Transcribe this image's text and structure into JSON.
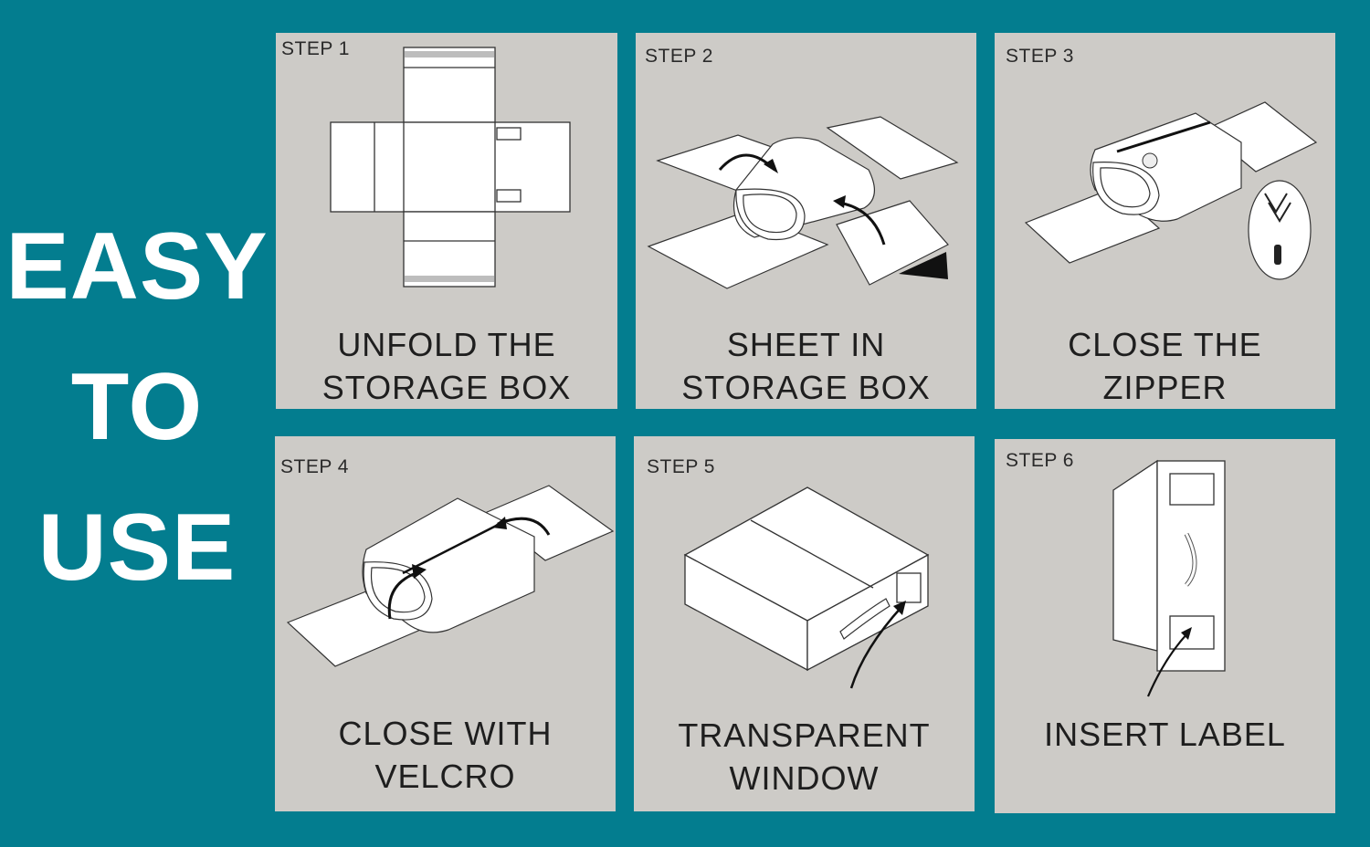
{
  "headline": {
    "line1": "EASY",
    "line2": "TO",
    "line3": "USE"
  },
  "colors": {
    "background": "#037d8f",
    "panel": "#cdcbc7",
    "text": "#1e1e1e",
    "headline": "#ffffff"
  },
  "steps": [
    {
      "label": "STEP 1",
      "caption_line1": "UNFOLD THE",
      "caption_line2": "STORAGE BOX"
    },
    {
      "label": "STEP 2",
      "caption_line1": "SHEET IN",
      "caption_line2": "STORAGE BOX"
    },
    {
      "label": "STEP 3",
      "caption_line1": "CLOSE THE",
      "caption_line2": "ZIPPER"
    },
    {
      "label": "STEP 4",
      "caption_line1": "CLOSE WITH",
      "caption_line2": "VELCRO"
    },
    {
      "label": "STEP 5",
      "caption_line1": "TRANSPARENT",
      "caption_line2": "WINDOW"
    },
    {
      "label": "STEP 6",
      "caption_line1": "INSERT LABEL",
      "caption_line2": ""
    }
  ],
  "icons": [
    "unfolded-box-icon",
    "folded-sheet-icon",
    "zipper-icon",
    "velcro-box-icon",
    "closed-box-icon",
    "upright-box-icon",
    "arrow-icon"
  ]
}
